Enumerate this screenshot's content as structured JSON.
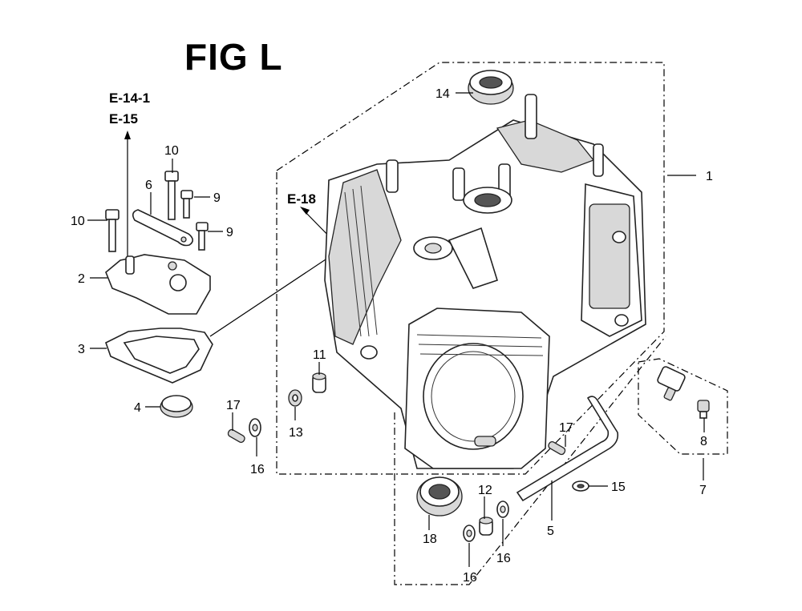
{
  "figure_title": "FIG L",
  "references": {
    "ref_1": "E-14-1",
    "ref_2": "E-15",
    "ref_3": "E-18"
  },
  "callouts": [
    {
      "id": "c1",
      "text": "1"
    },
    {
      "id": "c2",
      "text": "2"
    },
    {
      "id": "c3",
      "text": "3"
    },
    {
      "id": "c4",
      "text": "4"
    },
    {
      "id": "c5",
      "text": "5"
    },
    {
      "id": "c6",
      "text": "6"
    },
    {
      "id": "c7",
      "text": "7"
    },
    {
      "id": "c8",
      "text": "8"
    },
    {
      "id": "c9a",
      "text": "9"
    },
    {
      "id": "c9b",
      "text": "9"
    },
    {
      "id": "c10a",
      "text": "10"
    },
    {
      "id": "c10b",
      "text": "10"
    },
    {
      "id": "c11",
      "text": "11"
    },
    {
      "id": "c12",
      "text": "12"
    },
    {
      "id": "c13",
      "text": "13"
    },
    {
      "id": "c14",
      "text": "14"
    },
    {
      "id": "c15",
      "text": "15"
    },
    {
      "id": "c16a",
      "text": "16"
    },
    {
      "id": "c16b",
      "text": "16"
    },
    {
      "id": "c16c",
      "text": "16"
    },
    {
      "id": "c17a",
      "text": "17"
    },
    {
      "id": "c17b",
      "text": "17"
    },
    {
      "id": "c18",
      "text": "18"
    }
  ]
}
